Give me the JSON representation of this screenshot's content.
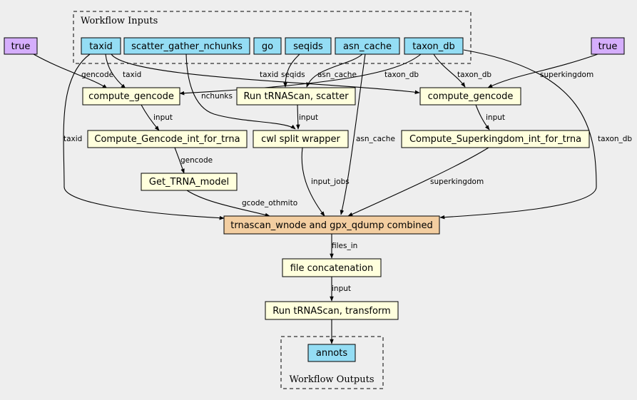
{
  "colors": {
    "background": "#eeeeee",
    "input": "#94ddf4",
    "step": "#ffffdd",
    "combined": "#f3cea1",
    "default": "#d5aefc"
  },
  "clusters": {
    "inputs_label": "Workflow Inputs",
    "outputs_label": "Workflow Outputs"
  },
  "nodes": {
    "true_left": "true",
    "taxid": "taxid",
    "scatter_gather_nchunks": "scatter_gather_nchunks",
    "go": "go",
    "seqids": "seqids",
    "asn_cache": "asn_cache",
    "taxon_db": "taxon_db",
    "true_right": "true",
    "compute_gencode_left": "compute_gencode",
    "run_trnascan_scatter": "Run tRNAScan, scatter",
    "compute_gencode_right": "compute_gencode",
    "compute_gencode_int": "Compute_Gencode_int_for_trna",
    "cwl_split_wrapper": "cwl split wrapper",
    "compute_superkingdom_int": "Compute_Superkingdom_int_for_trna",
    "get_trna_model": "Get_TRNA_model",
    "combined": "trnascan_wnode and gpx_qdump combined",
    "file_concatenation": "file concatenation",
    "run_trnascan_transform": "Run tRNAScan, transform",
    "annots": "annots"
  },
  "edge_labels": {
    "gencode_1": "gencode",
    "taxid_1": "taxid",
    "taxid_2": "taxid",
    "seqids": "seqids",
    "asn_cache_1": "asn_cache",
    "taxon_db_1": "taxon_db",
    "taxon_db_2": "taxon_db",
    "superkingdom_1": "superkingdom",
    "nchunks": "nchunks",
    "input_1": "input",
    "input_2": "input",
    "input_3": "input",
    "taxid_3": "taxid",
    "asn_cache_2": "asn_cache",
    "taxon_db_3": "taxon_db",
    "gencode_2": "gencode",
    "input_jobs": "input_jobs",
    "superkingdom_2": "superkingdom",
    "gcode_othmito": "gcode_othmito",
    "files_in": "files_in",
    "input_4": "input"
  }
}
